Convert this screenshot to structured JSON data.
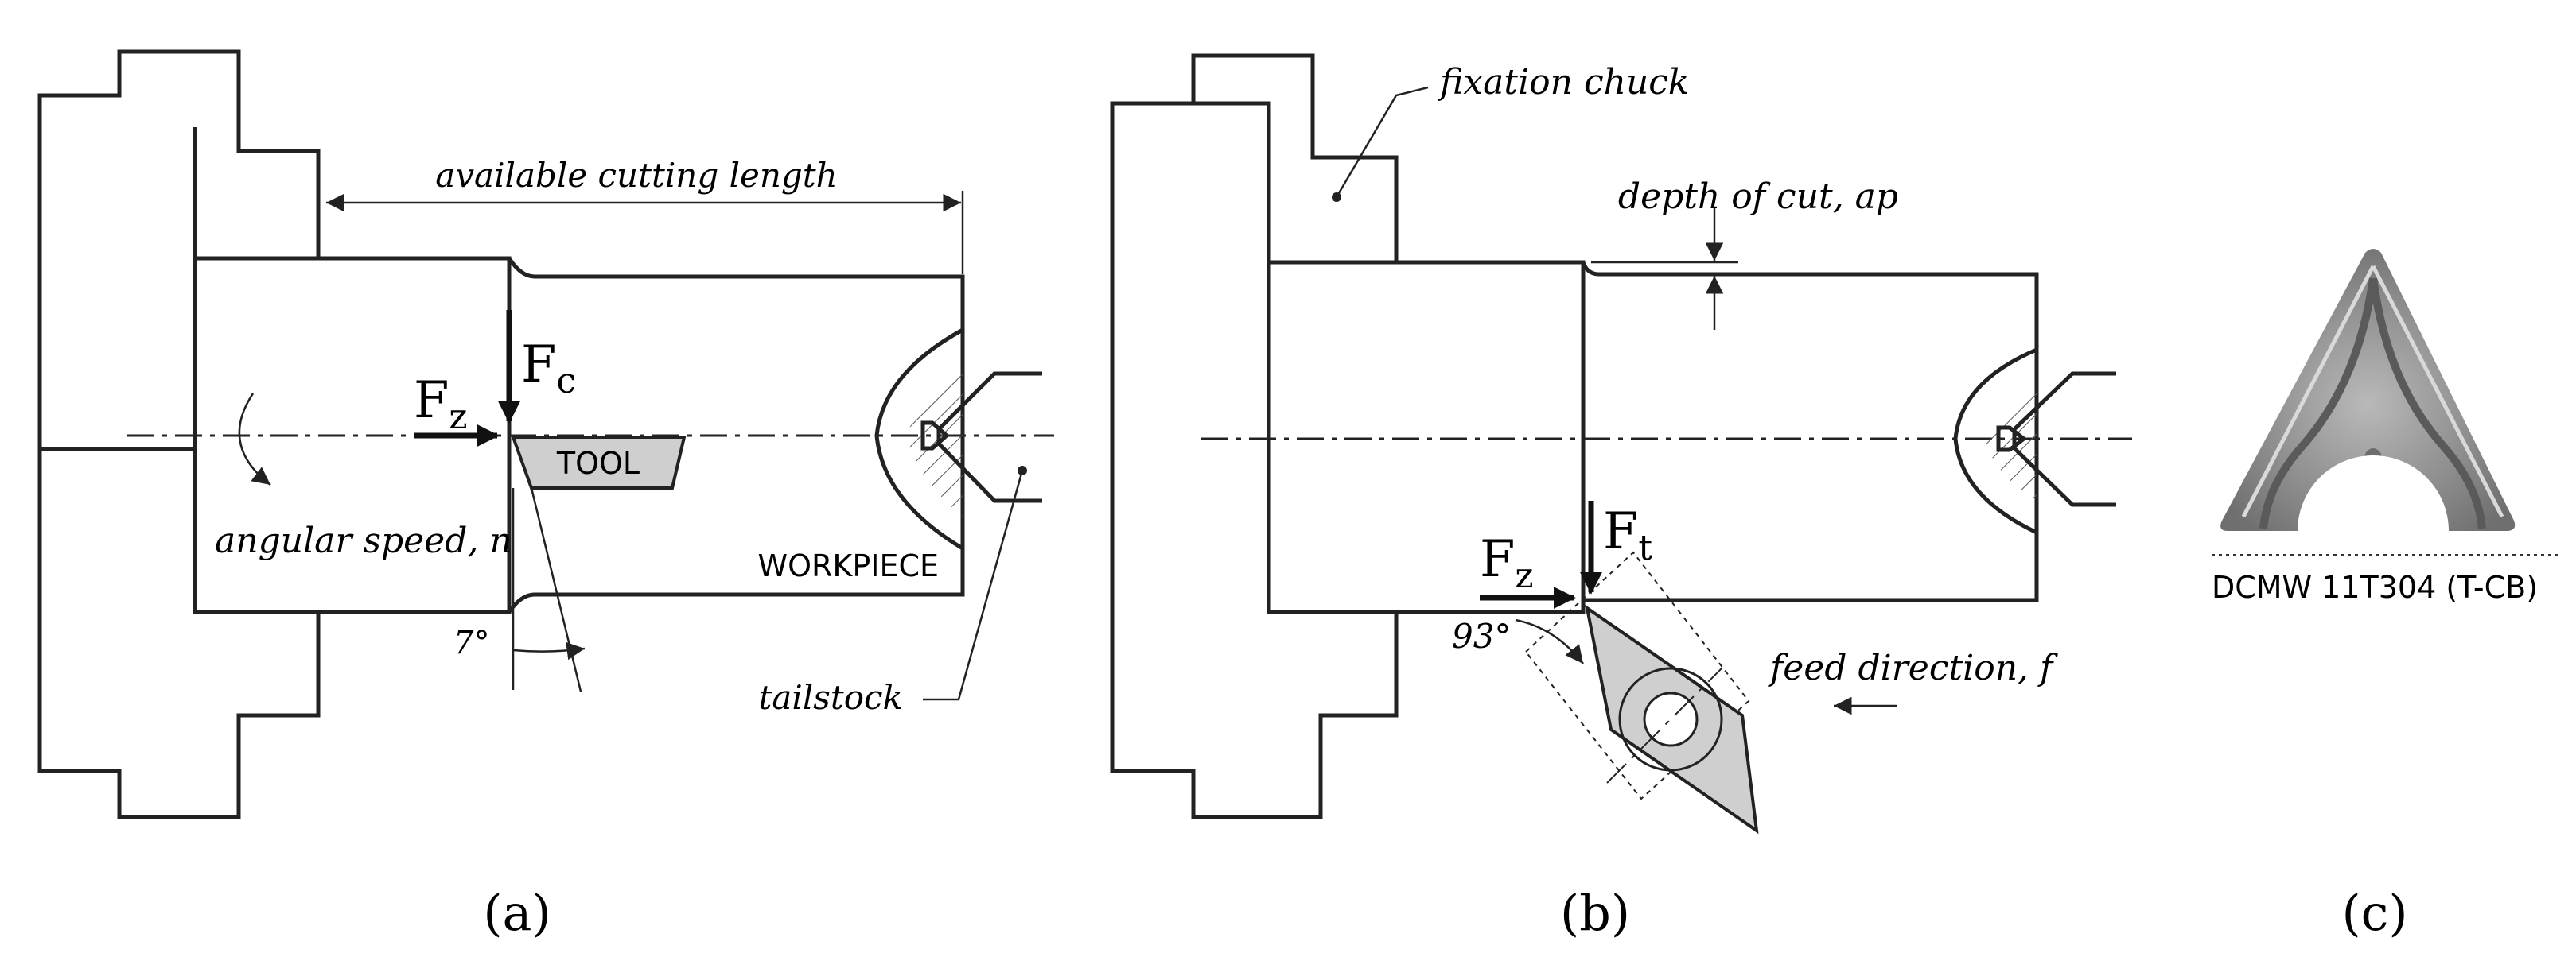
{
  "panel_a": {
    "label": "(a)",
    "available_cutting_length": "available cutting length",
    "force_fc": "F",
    "force_fc_sub": "c",
    "force_fz": "F",
    "force_fz_sub": "z",
    "tool": "TOOL",
    "angular_speed": "angular speed, n",
    "workpiece": "WORKPIECE",
    "angle": "7°",
    "tailstock": "tailstock"
  },
  "panel_b": {
    "label": "(b)",
    "fixation_chuck": "fixation chuck",
    "depth_of_cut": "depth of cut, ap",
    "force_ft": "F",
    "force_ft_sub": "t",
    "force_fz": "F",
    "force_fz_sub": "z",
    "angle": "93°",
    "feed_direction": "feed direction, f"
  },
  "panel_c": {
    "label": "(c)",
    "insert_caption": "DCMW 11T304 (T-CB)"
  }
}
